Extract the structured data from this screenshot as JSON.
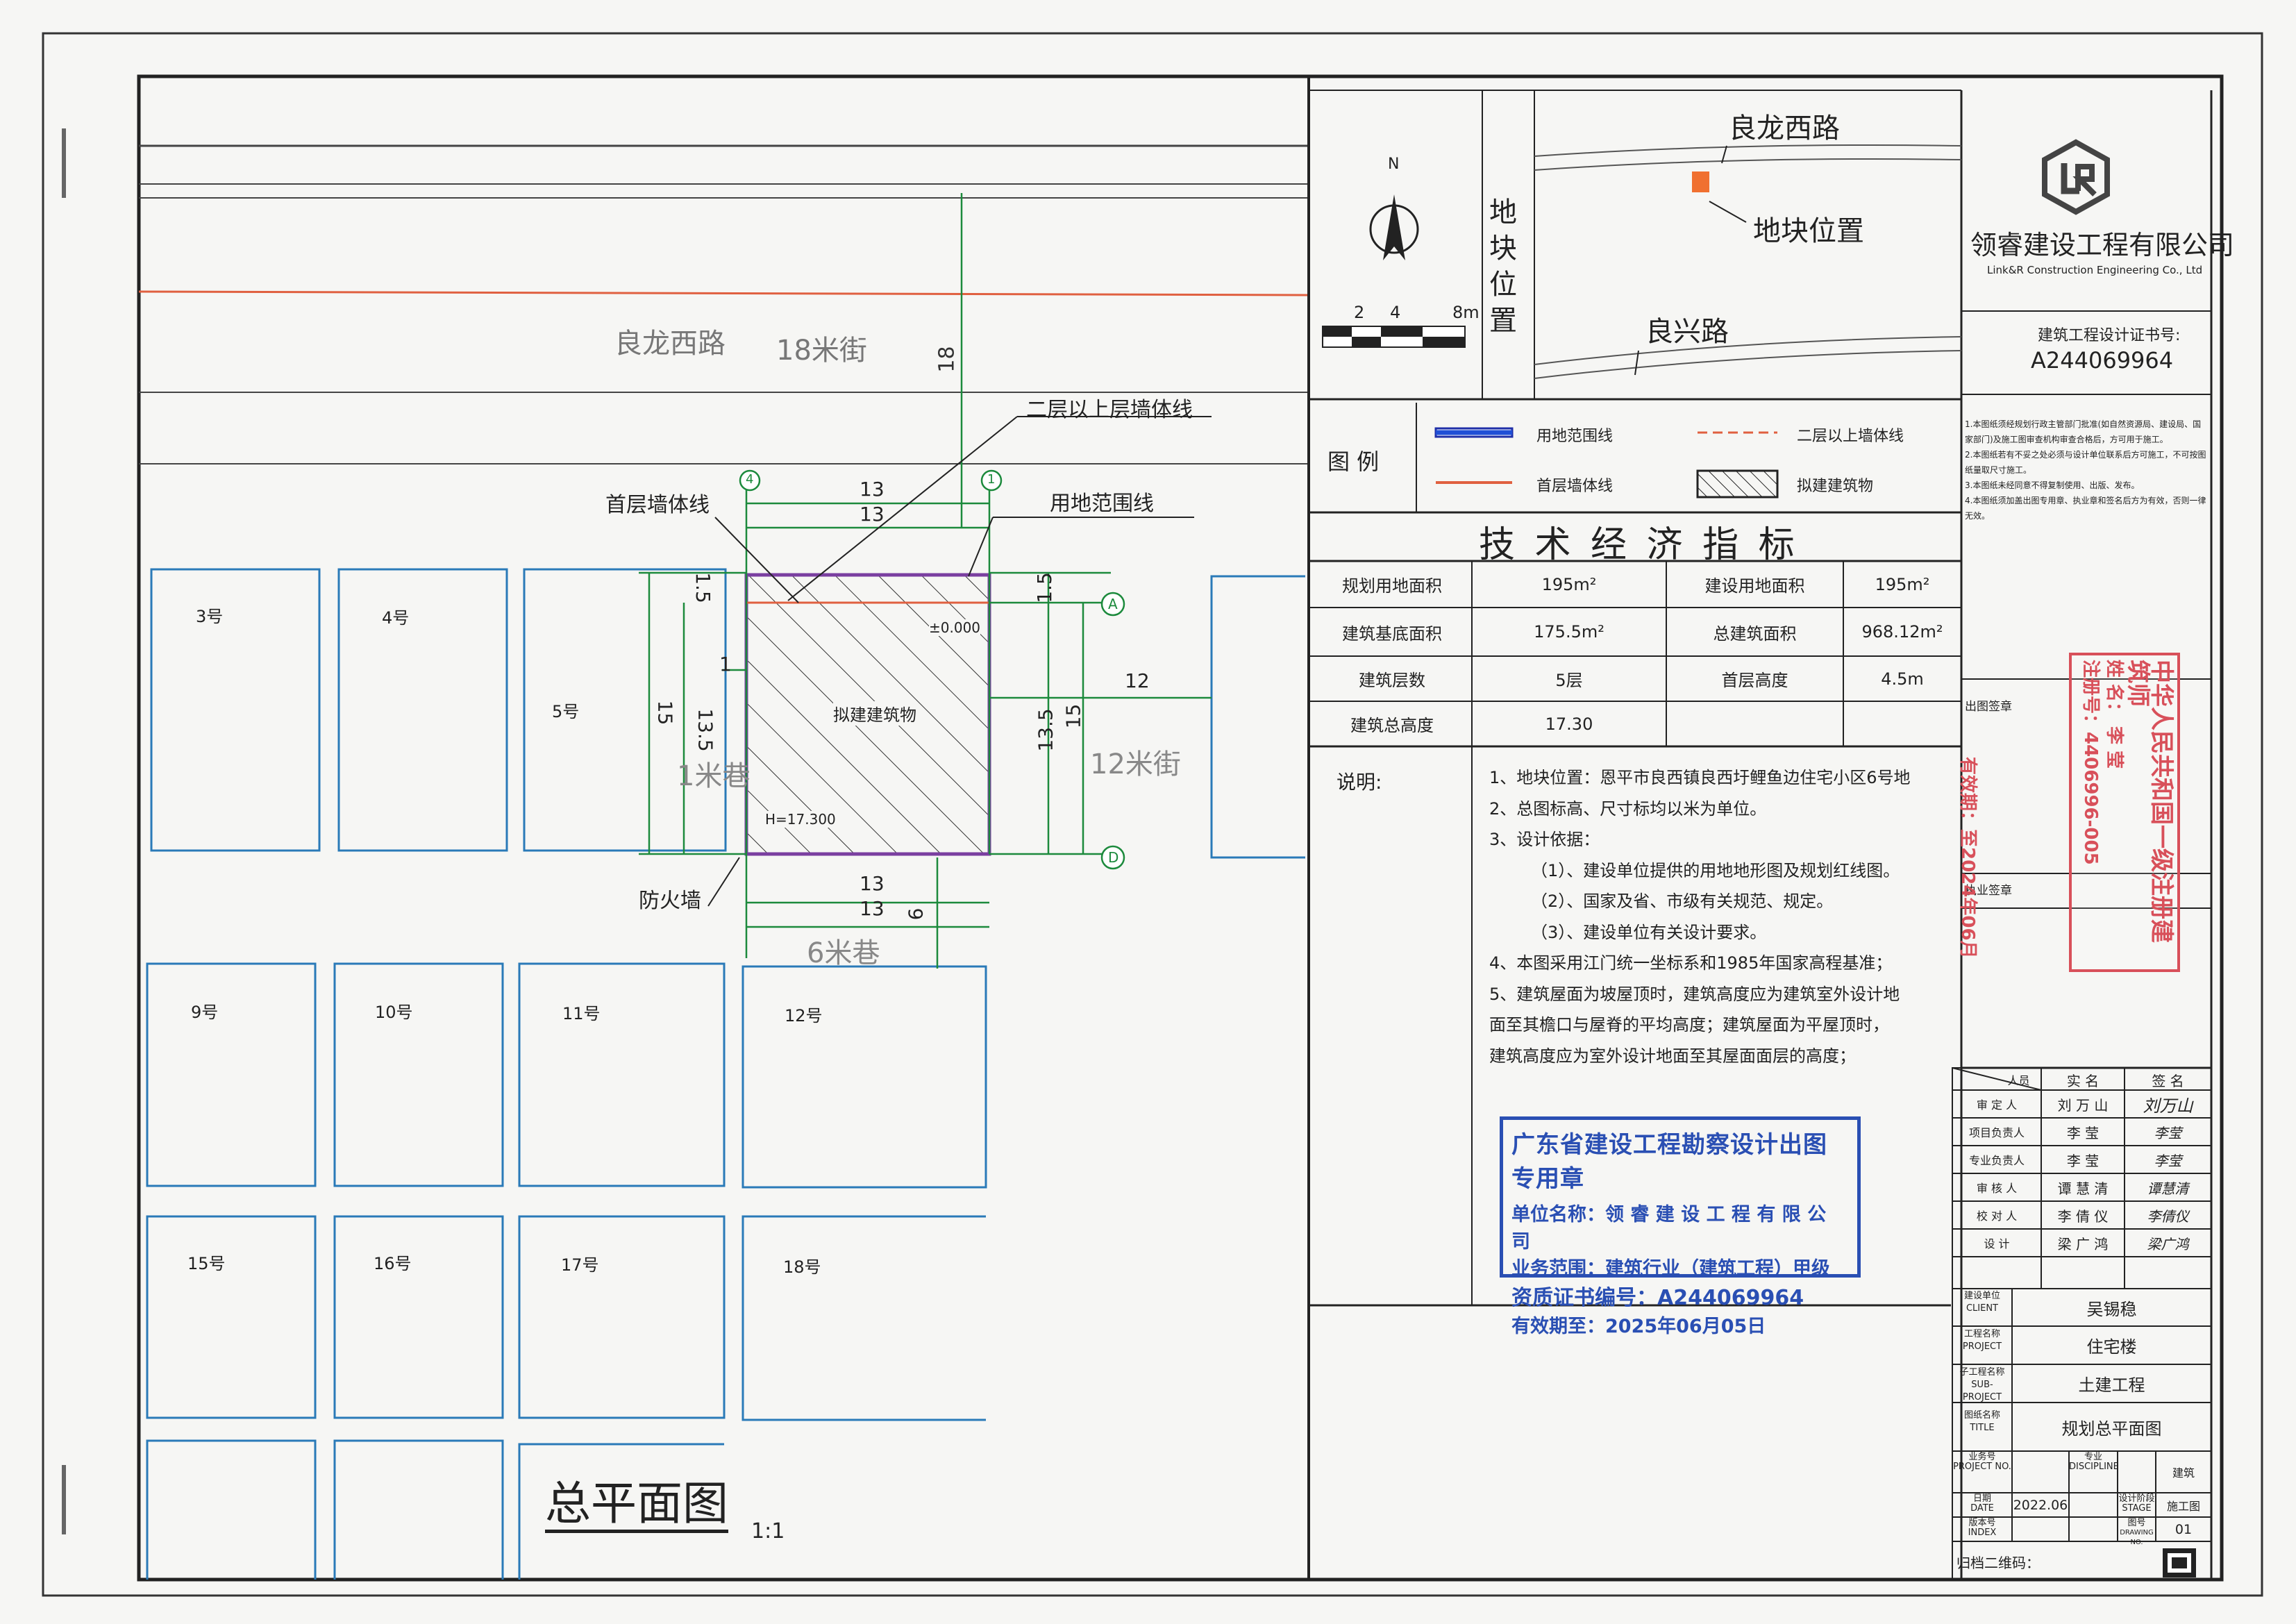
{
  "drawing": {
    "title": "总平面图",
    "scale": "1:1",
    "roads": {
      "main_road": "良龙西路",
      "main_street_width": "18米街",
      "dim_18": "18",
      "lane_1m": "1米巷",
      "street_12m": "12米街",
      "lane_6m": "6米巷"
    },
    "labels": {
      "upper_wall": "二层以上层墙体线",
      "ground_wall": "首层墙体线",
      "site_boundary": "用地范围线",
      "fire_wall": "防火墙",
      "building": "拟建建筑物",
      "elev_zero": "±0.000",
      "height": "H=17.300"
    },
    "dims": {
      "top1": "13",
      "top2": "13",
      "bottom1": "13",
      "bottom2": "13",
      "left15": "15",
      "left13_5": "13.5",
      "left1_5": "1.5",
      "left1": "1",
      "right1_5": "1.5",
      "right13_5": "13.5",
      "right15": "15",
      "right12": "12",
      "bottom6": "6"
    },
    "axes": {
      "a4": "4",
      "a1": "1",
      "aA": "A",
      "aD": "D"
    },
    "lots": [
      "3号",
      "4号",
      "5号",
      "9号",
      "10号",
      "11号",
      "12号",
      "15号",
      "16号",
      "17号",
      "18号"
    ]
  },
  "location": {
    "north": "N",
    "scale_labels": [
      "2",
      "4",
      "8m"
    ],
    "vertical_title": [
      "地",
      "块",
      "位",
      "置"
    ],
    "road1": "良龙西路",
    "road2": "良兴路",
    "marker_label": "地块位置"
  },
  "company": {
    "name_cn": "领睿建设工程有限公司",
    "name_en": "Link&R Construction Engineering Co., Ltd",
    "cert_label": "建筑工程设计证书号:",
    "cert_no": "A244069964",
    "notes": [
      "1.本图纸须经规划行政主管部门批准(如自然资源局、建设局、国家部门)及施工图审查机构审查合格后，方可用于施工。",
      "2.本图纸若有不妥之处必须与设计单位联系后方可施工，不可按图纸量取尺寸施工。",
      "3.本图纸未经同意不得复制使用、出版、发布。",
      "4.本图纸须加盖出图专用章、执业章和签名后方为有效，否则一律无效。"
    ],
    "issue_label": "出图签章",
    "practice_label": "执业签章"
  },
  "legend": {
    "title": "图 例",
    "items": [
      {
        "label": "用地范围线",
        "color": "#1f4fd6"
      },
      {
        "label": "二层以上墙体线",
        "color": "#e06040"
      },
      {
        "label": "首层墙体线",
        "color": "#e06040"
      },
      {
        "label": "拟建建筑物",
        "color": "#333333"
      }
    ]
  },
  "tech": {
    "title": "技 术 经 济 指 标",
    "rows": [
      [
        "规划用地面积",
        "195m²",
        "建设用地面积",
        "195m²"
      ],
      [
        "建筑基底面积",
        "175.5m²",
        "总建筑面积",
        "968.12m²"
      ],
      [
        "建筑层数",
        "5层",
        "首层高度",
        "4.5m"
      ],
      [
        "建筑总高度",
        "17.30",
        "",
        ""
      ]
    ]
  },
  "notes": {
    "label": "说明:",
    "lines": [
      "1、地块位置：恩平市良西镇良西圩鲤鱼边住宅小区6号地",
      "2、总图标高、尺寸标均以米为单位。",
      "3、设计依据：",
      "（1）、建设单位提供的用地地形图及规划红线图。",
      "（2）、国家及省、市级有关规范、规定。",
      "（3）、建设单位有关设计要求。",
      "4、本图采用江门统一坐标系和1985年国家高程基准；",
      "5、建筑屋面为坡屋顶时，建筑高度应为建筑室外设计地",
      "面至其檐口与屋脊的平均高度；建筑屋面为平屋顶时，",
      "建筑高度应为室外设计地面至其屋面面层的高度；"
    ]
  },
  "stamp_blue": {
    "title": "广东省建设工程勘察设计出图专用章",
    "lines": [
      "单位名称：领 睿 建 设 工 程 有 限 公 司",
      "业务范围：建筑行业（建筑工程）甲级",
      "资质证书编号：A244069964",
      "有效期至：2025年06月05日"
    ]
  },
  "stamp_red": {
    "lines": [
      "中华人民共和国一级注册建筑师",
      "姓  名： 李 莹",
      "注册号：4406996-005",
      "有效期：至2024年06月"
    ]
  },
  "signatures": {
    "header": [
      "人员",
      "实 名",
      "签 名"
    ],
    "rows": [
      [
        "审 定 人",
        "刘 万 山",
        "刘万山"
      ],
      [
        "项目负责人",
        "李  莹",
        "李莹"
      ],
      [
        "专业负责人",
        "李  莹",
        "李莹"
      ],
      [
        "审 核 人",
        "谭 慧 清",
        "谭慧清"
      ],
      [
        "校 对 人",
        "李 倩 仪",
        "李倩仪"
      ],
      [
        "设  计",
        "梁 广 鸿",
        "梁广鸿"
      ]
    ]
  },
  "titleblock": {
    "client_label": "建设单位",
    "client_en": "CLIENT",
    "client": "吴锡稳",
    "project_label": "工程名称",
    "project_en": "PROJECT",
    "project": "住宅楼",
    "sub_label": "子工程名称",
    "sub_en": "SUB-PROJECT",
    "sub": "土建工程",
    "title_label": "图纸名称",
    "title_en": "TITLE",
    "title": "规划总平面图",
    "projno_label": "业务号",
    "projno_en": "PROJECT NO.",
    "disc_label": "专业",
    "disc_en": "DISCIPLINE",
    "disc": "建筑",
    "date_label": "日期",
    "date_en": "DATE",
    "date": "2022.06",
    "stage_label": "设计阶段",
    "stage_en": "STAGE",
    "stage": "施工图",
    "index_label": "版本号",
    "index_en": "INDEX",
    "dwg_label": "图号",
    "dwg_en": "DRAWING NO.",
    "dwg": "01",
    "qr_label": "归档二维码："
  }
}
